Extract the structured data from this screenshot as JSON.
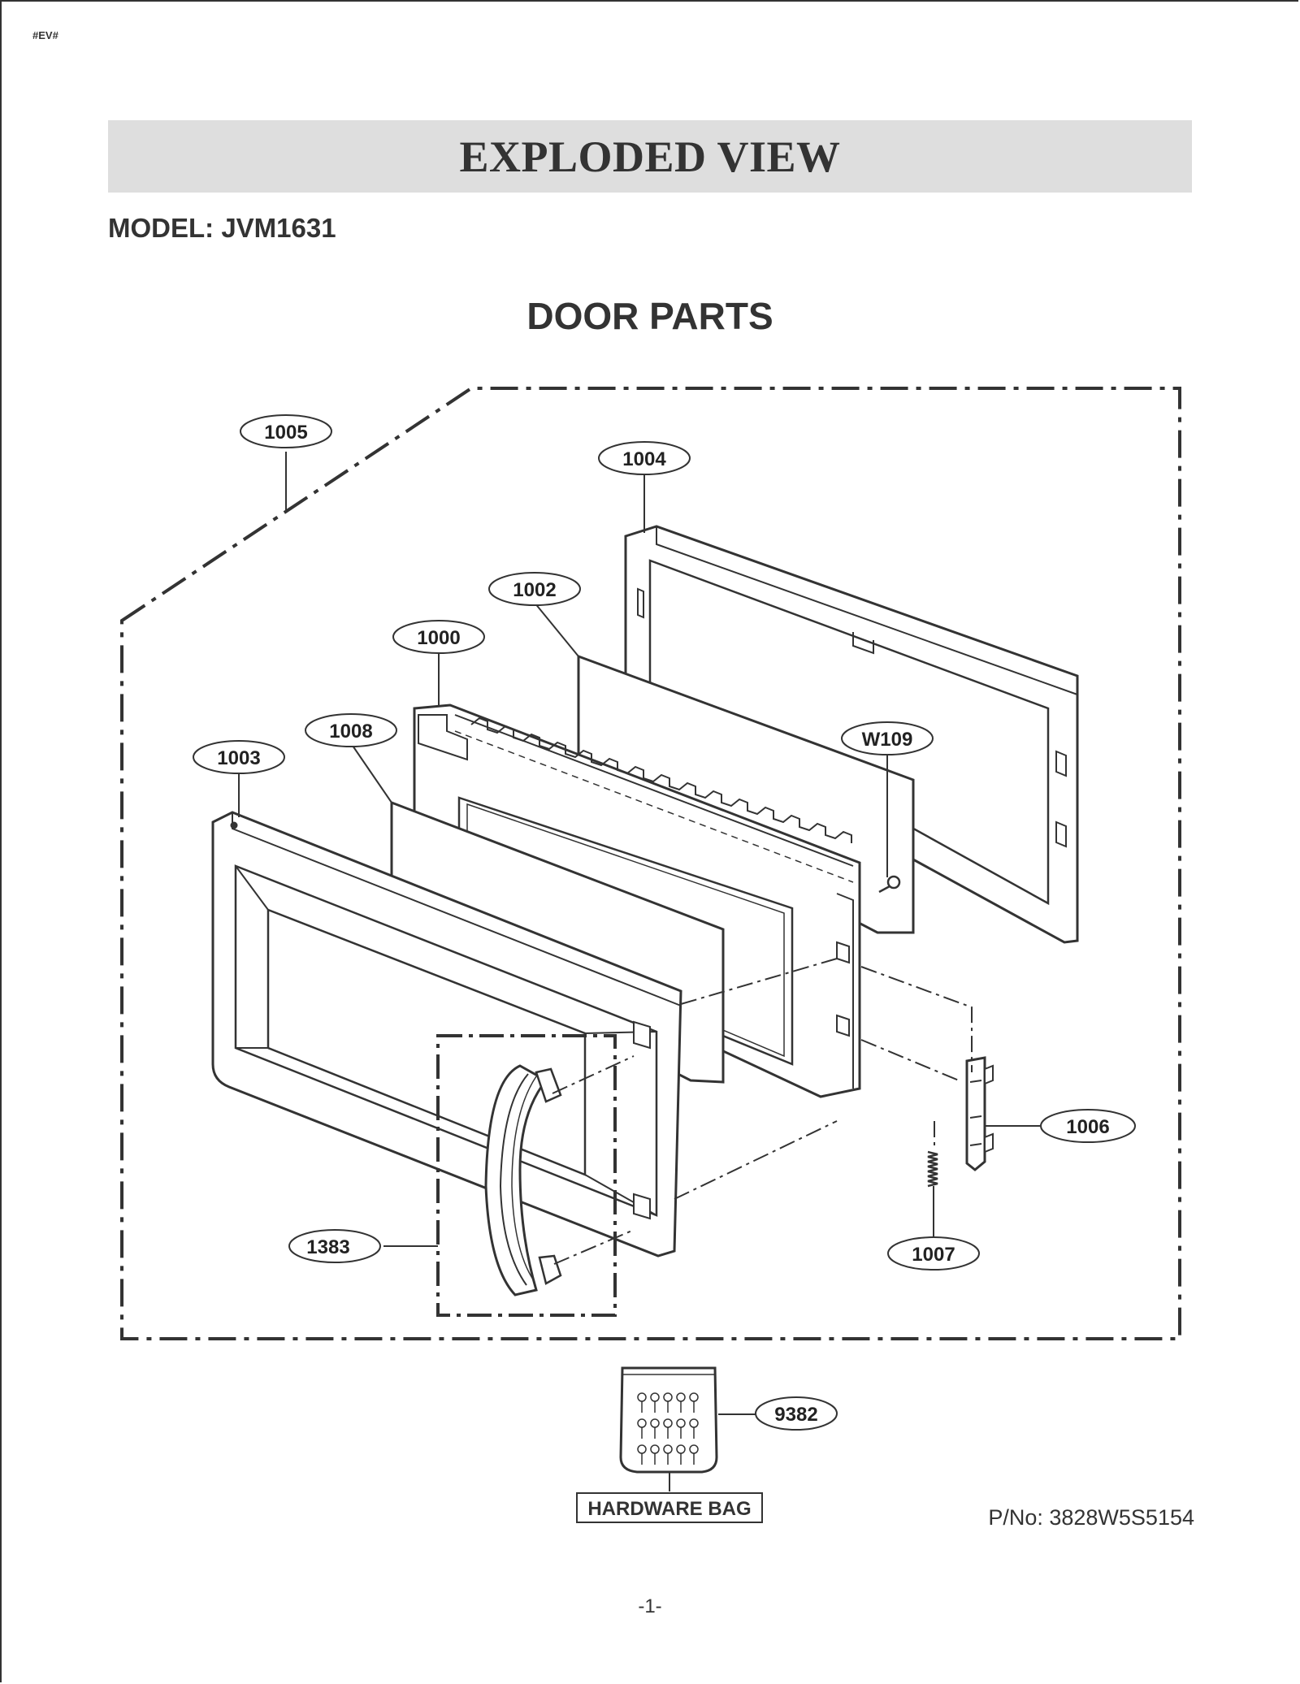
{
  "header": {
    "tag": "#EV#",
    "title": "EXPLODED VIEW",
    "model": "MODEL: JVM1631",
    "section": "DOOR PARTS"
  },
  "callouts": {
    "c1005": "1005",
    "c1004": "1004",
    "c1002": "1002",
    "c1000": "1000",
    "c1008": "1008",
    "c1003": "1003",
    "cW109": "W109",
    "c1006": "1006",
    "c1383": "1383",
    "c1007": "1007",
    "c9382": "9382"
  },
  "hardware_bag_label": "HARDWARE BAG",
  "part_number": "P/No: 3828W5S5154",
  "page_number": "-1-"
}
